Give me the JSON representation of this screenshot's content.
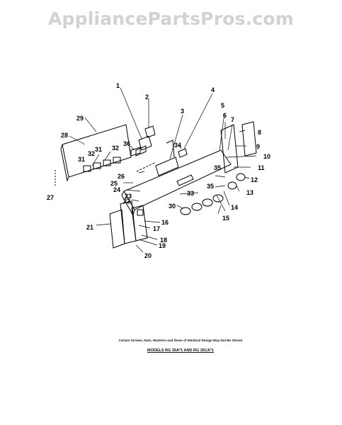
{
  "watermark": "AppliancePartsPros.com",
  "callouts": [
    "1",
    "2",
    "3",
    "4",
    "5",
    "6",
    "7",
    "8",
    "9",
    "10",
    "11",
    "12",
    "13",
    "14",
    "15",
    "16",
    "17",
    "18",
    "19",
    "20",
    "21",
    "22",
    "23",
    "24",
    "25",
    "26",
    "27",
    "28",
    "29",
    "30",
    "31",
    "31",
    "32",
    "32",
    "33",
    "34",
    "35",
    "35",
    "36"
  ],
  "footnote": "Certain Screws, Nuts, Washers and items of Identical Design May Not Be Shown",
  "models_line": "MODELS RG 35A*1 AND RG 35CA*1"
}
